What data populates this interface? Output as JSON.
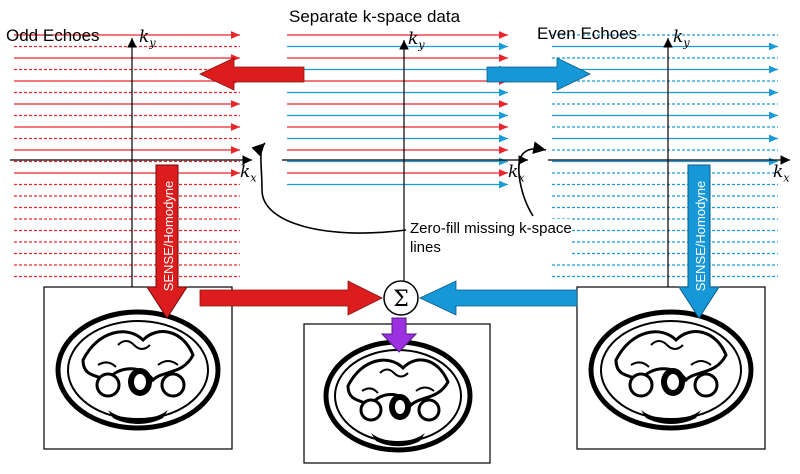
{
  "titles": {
    "odd": "Odd Echoes",
    "center": "Separate k-space data",
    "even": "Even Echoes"
  },
  "axes": {
    "ky": "k",
    "ky_sub": "y",
    "kx": "k",
    "kx_sub": "x"
  },
  "annotation": {
    "line1": "Zero-fill missing k-space",
    "line2": "lines"
  },
  "vertical_labels": {
    "left": "SENSE/Homodyne",
    "right": "SENSE/Homodyne"
  },
  "sum_symbol": "Σ",
  "colors": {
    "odd": "#e8262c",
    "even": "#1a9ad6",
    "combine": "#9b30e0",
    "odd_arrow": "#dd1d1d",
    "even_arrow": "#1597d8"
  }
}
